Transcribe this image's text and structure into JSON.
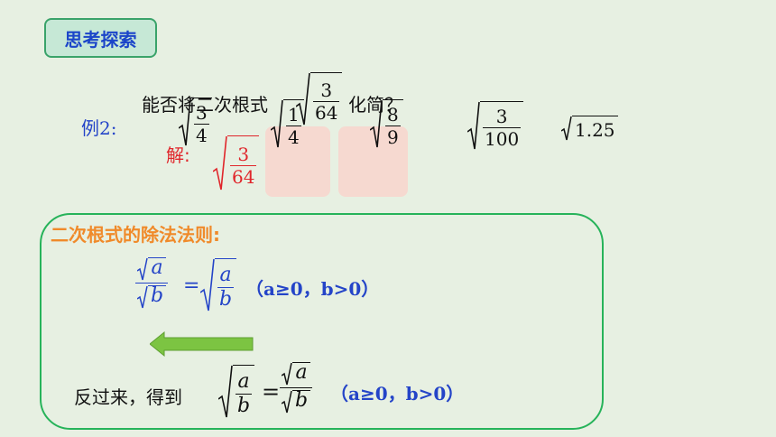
{
  "header": {
    "badge": "思考探索"
  },
  "question": {
    "prefix": "能否将二次根式",
    "suffix": "化简？",
    "fraction": {
      "num": "3",
      "den": "64"
    }
  },
  "example": {
    "label": "例2:",
    "items": [
      {
        "num": "3",
        "den": "4"
      },
      {
        "num": "1",
        "den": "4"
      },
      {
        "num": "8",
        "den": "9"
      },
      {
        "num": "3",
        "den": "100"
      },
      {
        "value": "1.25"
      }
    ]
  },
  "solution": {
    "label": "解:",
    "fraction": {
      "num": "3",
      "den": "64"
    }
  },
  "rule": {
    "title": "二次根式的除法法则:",
    "var_a": "a",
    "var_b": "b",
    "equals": "=",
    "condition": "（a≥0，b>0）",
    "reverse_text": "反过来，得到",
    "arrow_color": "#7cc442"
  },
  "colors": {
    "accent_blue": "#2444c8",
    "accent_red": "#e0262b",
    "rule_orange": "#f08a2a",
    "frame_green": "#27b35a"
  }
}
